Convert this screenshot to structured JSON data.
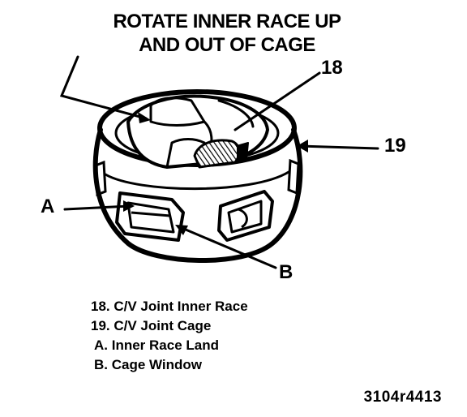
{
  "heading": {
    "line1": "ROTATE INNER RACE UP",
    "line2": "AND OUT OF CAGE"
  },
  "callouts": {
    "part_18": "18",
    "part_19": "19",
    "part_a": "A",
    "part_b": "B"
  },
  "legend": [
    "18. C/V Joint Inner Race",
    "19. C/V Joint Cage",
    "A. Inner Race Land",
    "B. Cage Window"
  ],
  "figure_code": "3104r4413"
}
